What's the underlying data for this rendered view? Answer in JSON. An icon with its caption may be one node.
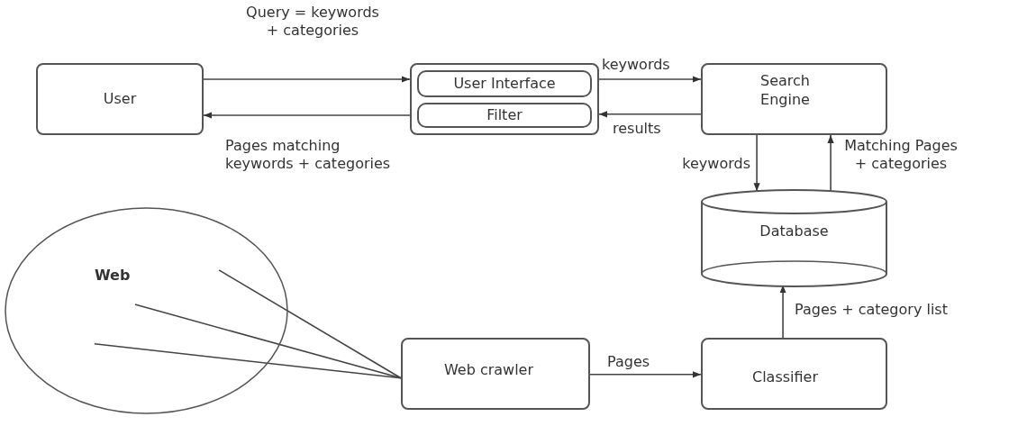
{
  "diagram": {
    "nodes": [
      {
        "text": [
          "User"
        ]
      },
      {
        "text": [],
        "shape": "box"
      },
      {
        "text": [
          "User Interface"
        ],
        "in": 1
      },
      {
        "text": [
          "Filter"
        ],
        "in": 1
      },
      {
        "text": [
          "Search Engine"
        ]
      },
      {
        "text": [
          "Database"
        ]
      },
      {
        "text": [
          "Web"
        ]
      },
      {
        "text": [
          "Web crawler"
        ]
      },
      {
        "text": [
          "Classifier"
        ]
      }
    ],
    "edges": [
      {
        "from": 0,
        "to": 1,
        "arrow": "to",
        "label": "Query = keywords + categories"
      },
      {
        "from": 1,
        "to": 0,
        "arrow": "to",
        "label": "Pages matching keywords + categories"
      },
      {
        "from": 1,
        "to": 4,
        "arrow": "to",
        "label": "keywords"
      },
      {
        "from": 4,
        "to": 1,
        "arrow": "to",
        "label": "results"
      },
      {
        "from": 4,
        "to": 5,
        "arrow": "to",
        "label": "keywords"
      },
      {
        "from": 5,
        "to": 4,
        "arrow": "to",
        "label": "Matching Pages + categories"
      },
      {
        "from": 7,
        "to": 6,
        "arrow": "none"
      },
      {
        "from": 7,
        "to": 6,
        "arrow": "none"
      },
      {
        "from": 7,
        "to": 6,
        "arrow": "none"
      },
      {
        "from": 7,
        "to": 8,
        "arrow": "to",
        "label": "Pages"
      },
      {
        "from": 8,
        "to": 5,
        "arrow": "to",
        "label": "Pages + category list"
      }
    ]
  }
}
